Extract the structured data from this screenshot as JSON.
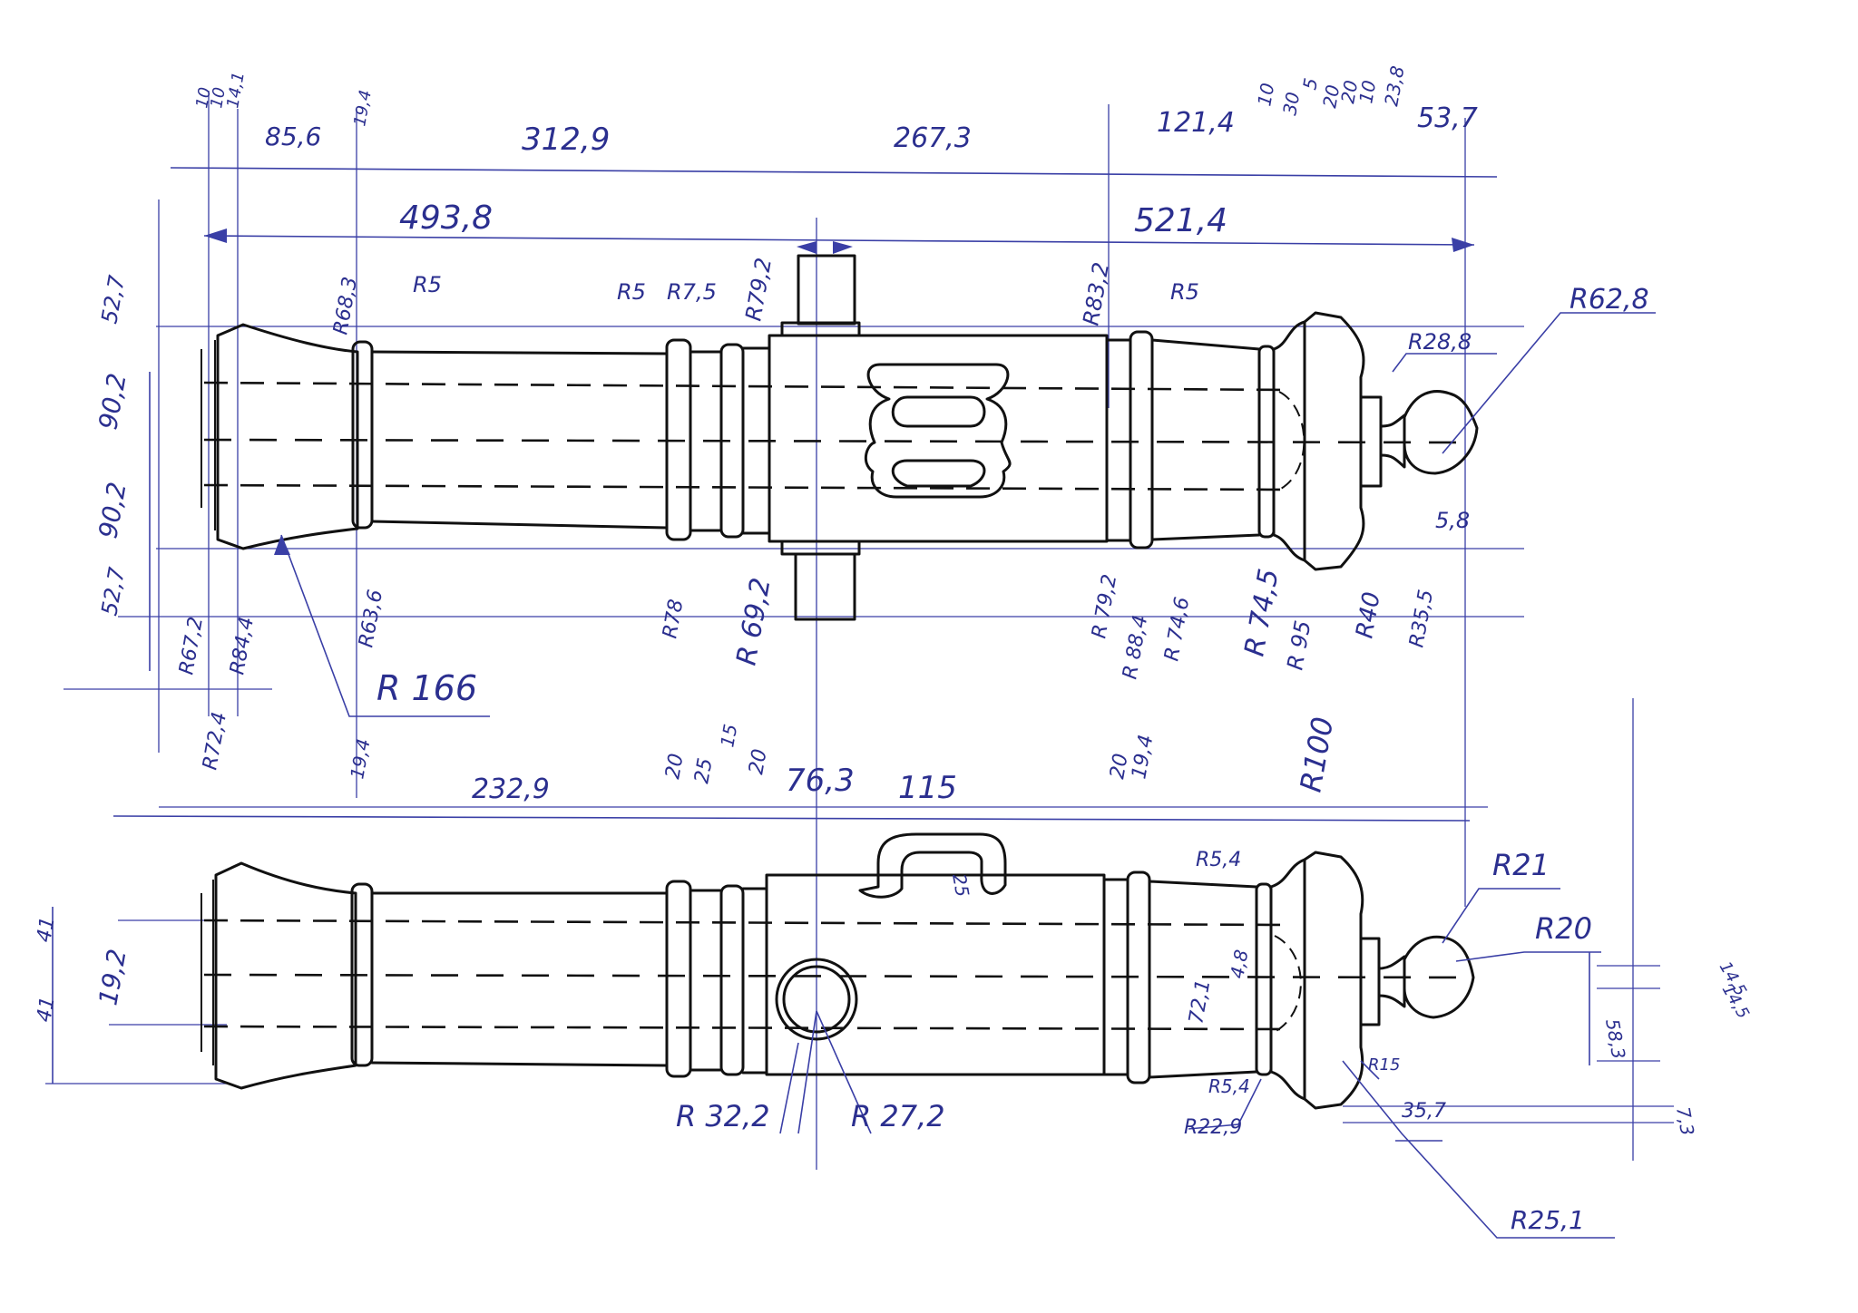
{
  "ink_color": "#2b2f8f",
  "line_color": "#111111",
  "top_view": {
    "overall_left": "493,8",
    "overall_right": "521,4",
    "chain_dims": [
      "10",
      "10",
      "14,1",
      "85,6",
      "19,4",
      "312,9",
      "267,3",
      "121,4",
      "10",
      "30",
      "5",
      "20",
      "20",
      "10",
      "23,8",
      "53,7"
    ],
    "left_dims": [
      "52,7",
      "90,2",
      "90,2",
      "52,7"
    ],
    "radii_top": [
      "R68,3",
      "R5",
      "R5",
      "R7,5",
      "R79,2",
      "R83,2",
      "R5",
      "R62,8",
      "R28,8"
    ],
    "radii_bottom": [
      "R63,6",
      "R67,2",
      "R84,4",
      "R72,4",
      "R78",
      "R 69,2",
      "R 79,2",
      "R 88,4",
      "R 74,6",
      "R 74,5",
      "R 95",
      "R40",
      "R35,5",
      "R100"
    ],
    "r166": "R 166",
    "knob_dim": "5,8"
  },
  "side_view": {
    "chain_dims": [
      "19,4",
      "232,9",
      "20",
      "25",
      "15",
      "20",
      "76,3",
      "115",
      "20",
      "19,4"
    ],
    "handle_dim": "25",
    "left_dims": [
      "41",
      "41",
      "19,2"
    ],
    "trunnion_radii": [
      "R 32,2",
      "R 27,2"
    ],
    "breech": [
      "R5,4",
      "R5,4",
      "4,8",
      "72,1",
      "R22,9",
      "R15",
      "35,7",
      "R25,1",
      "R21",
      "R20",
      "14,5",
      "14,5",
      "58,3",
      "7,3"
    ]
  }
}
